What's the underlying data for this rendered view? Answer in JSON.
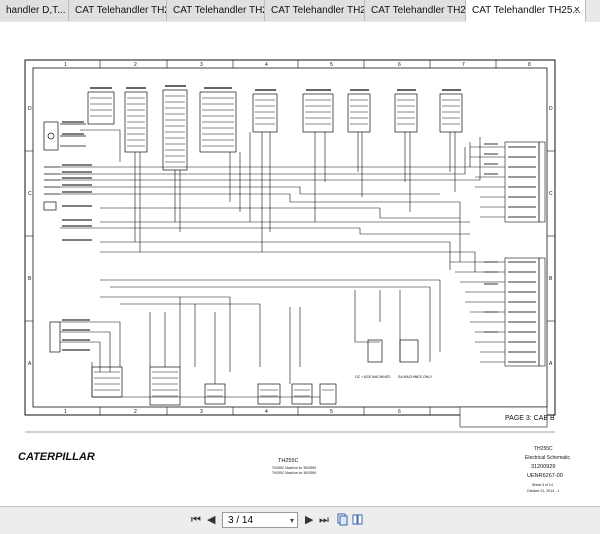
{
  "tabs": [
    {
      "label": "handler D,T..."
    },
    {
      "label": "CAT Telehandler TH2..."
    },
    {
      "label": "CAT Telehandler TH2..."
    },
    {
      "label": "CAT Telehandler TH2..."
    },
    {
      "label": "CAT Telehandler TH2..."
    },
    {
      "label": "CAT Telehandler TH25...",
      "active": true
    }
  ],
  "tab_close_glyph": "×",
  "schematic": {
    "col_numbers": [
      "1",
      "2",
      "3",
      "4",
      "5",
      "6",
      "7",
      "8"
    ],
    "row_letters": [
      "D",
      "C",
      "B",
      "A"
    ],
    "page_label": "PAGE 3: CAB B",
    "brand": "CATERPILLAR",
    "center_model": "TH255C",
    "center_line1": "TH255C Machine for 3603990",
    "center_line2": "TH255C Machine for 3603990",
    "model": "TH255C",
    "doc_type": "Electrical Schematic",
    "part_no": "31200929",
    "doc_no": "UENR6267-00",
    "sheet": "Sheet 3 of 14",
    "date": "October 21, 2014 - 1",
    "note_left": "OC + ASE MACHINES",
    "note_right": "SA MACHINES ONLY"
  },
  "viewer": {
    "page_current": "3",
    "page_total": "14",
    "page_display": "3 / 14",
    "first_glyph": "⏮",
    "prev_glyph": "◀",
    "next_glyph": "▶",
    "last_glyph": "⏭",
    "dropdown_glyph": "▾"
  },
  "icons": [
    "close-icon",
    "first-page-icon",
    "prev-page-icon",
    "next-page-icon",
    "last-page-icon",
    "single-page-view-icon",
    "two-page-view-icon"
  ]
}
